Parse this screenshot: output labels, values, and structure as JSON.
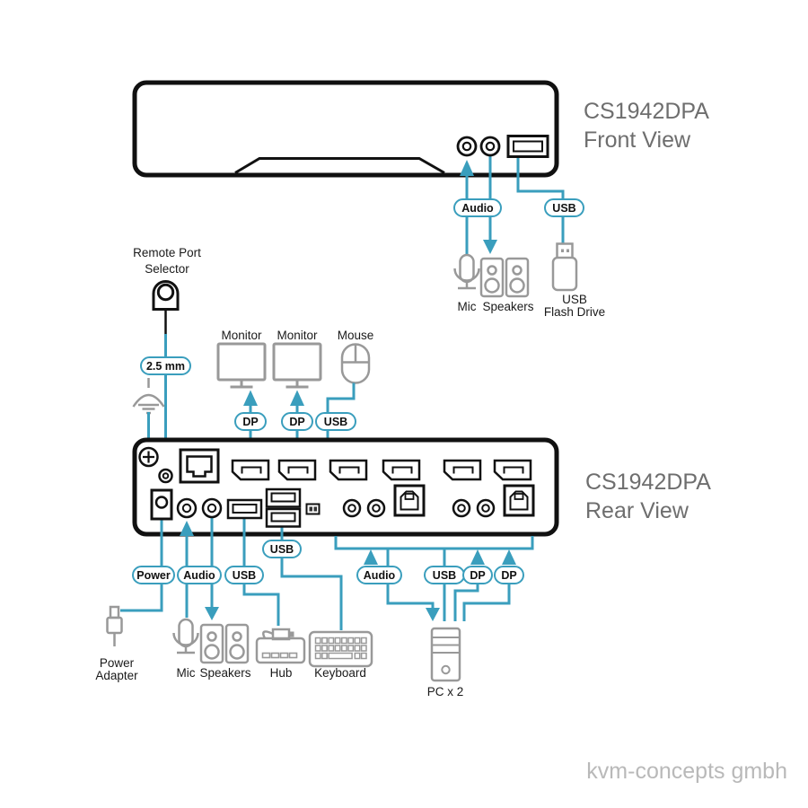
{
  "colors": {
    "accent": "#3A9EBD",
    "outline": "#111111",
    "icon_gray": "#999999",
    "title_gray": "#6E6E6E",
    "watermark_gray": "#B9B9B9",
    "label": "#1A1A1A"
  },
  "front": {
    "title": "CS1942DPA",
    "subtitle": "Front View",
    "pill_audio": "Audio",
    "pill_usb": "USB",
    "label_mic": "Mic",
    "label_speakers": "Speakers",
    "label_flash_1": "USB",
    "label_flash_2": "Flash Drive"
  },
  "selector": {
    "label_1": "Remote Port",
    "label_2": "Selector",
    "pill_jack": "2.5 mm"
  },
  "console_top": {
    "label_monitor_1": "Monitor",
    "label_monitor_2": "Monitor",
    "label_mouse": "Mouse",
    "pill_dp_1": "DP",
    "pill_dp_2": "DP",
    "pill_usb": "USB"
  },
  "rear": {
    "title": "CS1942DPA",
    "subtitle": "Rear View"
  },
  "console_bottom": {
    "pill_power": "Power",
    "pill_audio": "Audio",
    "pill_usb_hub": "USB",
    "pill_usb_keyboard": "USB",
    "label_power_1": "Power",
    "label_power_2": "Adapter",
    "label_mic": "Mic",
    "label_speakers": "Speakers",
    "label_hub": "Hub",
    "label_keyboard": "Keyboard"
  },
  "pc": {
    "pill_audio": "Audio",
    "pill_usb": "USB",
    "pill_dp_1": "DP",
    "pill_dp_2": "DP",
    "label": "PC x 2"
  },
  "footer": {
    "watermark": "kvm-concepts gmbh"
  }
}
